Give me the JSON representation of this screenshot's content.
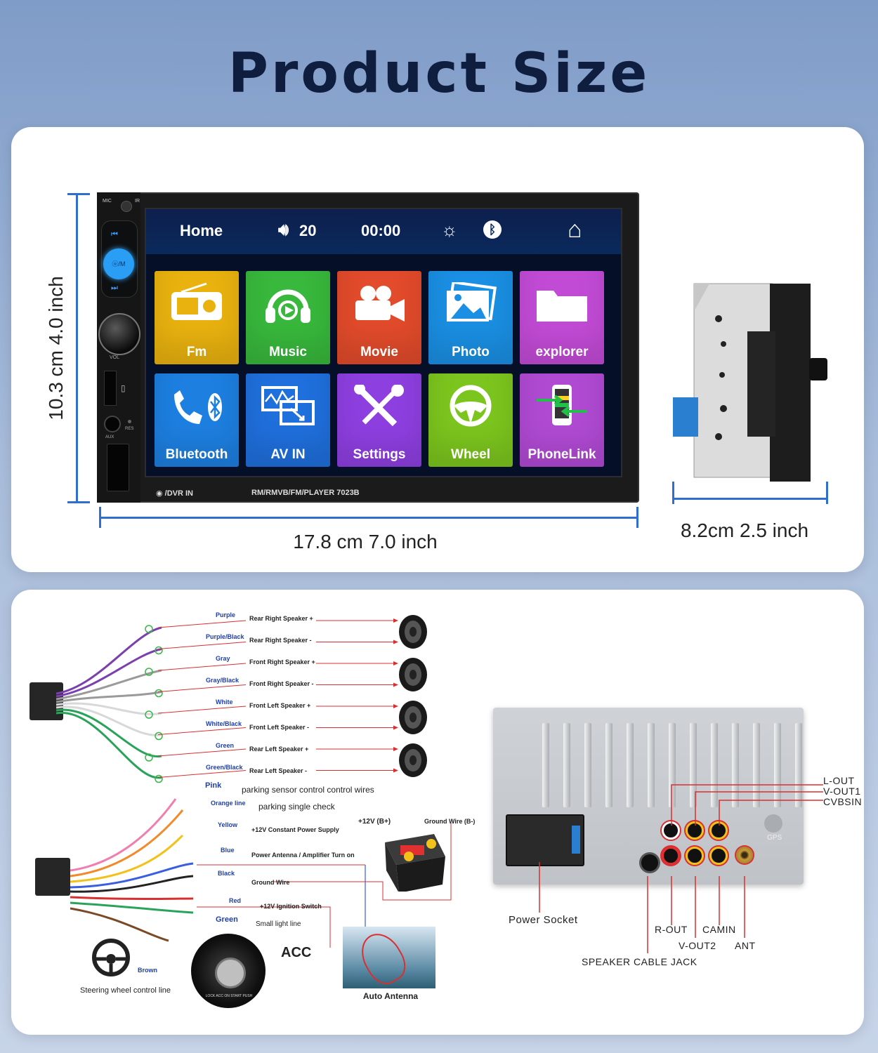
{
  "title": "Product Size",
  "size_card": {
    "height_label": "10.3 cm 4.0 inch",
    "width_label": "17.8 cm 7.0 inch",
    "depth_label": "8.2cm 2.5 inch"
  },
  "unit": {
    "mic_label": "MIC",
    "ir_label": "IR",
    "power_label": "ⓤ/M",
    "vol_label": "VOL",
    "res_label": "RES",
    "aux_label": "AUX",
    "dvr_label": "/DVR IN",
    "model_label": "RM/RMVB/FM/PLAYER 7023B"
  },
  "screen": {
    "home_label": "Home",
    "volume": "20",
    "time": "00:00",
    "tiles": [
      {
        "label": "Fm",
        "color": "#e9b20f",
        "icon": "radio-icon"
      },
      {
        "label": "Music",
        "color": "#38b83c",
        "icon": "headphones-icon"
      },
      {
        "label": "Movie",
        "color": "#e24b2b",
        "icon": "camera-icon"
      },
      {
        "label": "Photo",
        "color": "#1a8fe3",
        "icon": "photo-icon"
      },
      {
        "label": "explorer",
        "color": "#c24bd6",
        "icon": "folder-icon"
      },
      {
        "label": "Bluetooth",
        "color": "#1d7fe0",
        "icon": "phone-bluetooth-icon"
      },
      {
        "label": "AV IN",
        "color": "#1f6fdc",
        "icon": "monitor-icon"
      },
      {
        "label": "Settings",
        "color": "#8e3fe0",
        "icon": "tools-icon"
      },
      {
        "label": "Wheel",
        "color": "#7cc51e",
        "icon": "steering-wheel-icon"
      },
      {
        "label": "PhoneLink",
        "color": "#b04ad3",
        "icon": "phonelink-icon"
      }
    ]
  },
  "speaker_wires": [
    {
      "color_name": "Purple",
      "desc": "Rear Right Speaker +",
      "wire": "#7b3fb0"
    },
    {
      "color_name": "Purple/Black",
      "desc": "Rear Right Speaker -",
      "wire": "#7b3fb0"
    },
    {
      "color_name": "Gray",
      "desc": "Front Right Speaker +",
      "wire": "#9a9a9a"
    },
    {
      "color_name": "Gray/Black",
      "desc": "Front Right Speaker -",
      "wire": "#9a9a9a"
    },
    {
      "color_name": "White",
      "desc": "Front Left Speaker +",
      "wire": "#d8d8d8"
    },
    {
      "color_name": "White/Black",
      "desc": "Front Left Speaker -",
      "wire": "#d8d8d8"
    },
    {
      "color_name": "Green",
      "desc": "Rear Left Speaker +",
      "wire": "#2aa35a"
    },
    {
      "color_name": "Green/Black",
      "desc": "Rear Left Speaker -",
      "wire": "#2aa35a"
    }
  ],
  "power_wires": {
    "pink": {
      "name": "Pink",
      "desc": "parking sensor control control wires"
    },
    "orange": {
      "name": "Orange line",
      "desc": "parking single check"
    },
    "yellow": {
      "name": "Yellow",
      "desc": "+12V Constant Power Supply"
    },
    "blue": {
      "name": "Blue",
      "desc": "Power Antenna / Amplifier Turn on"
    },
    "black": {
      "name": "Black",
      "desc": "Ground Wire"
    },
    "red": {
      "name": "Red",
      "desc": "+12V  Ignition Switch"
    },
    "green": {
      "name": "Green",
      "desc": "Small light line"
    },
    "brown": {
      "name": "Brown",
      "desc": "Steering wheel control line"
    }
  },
  "battery": {
    "plus_label": "+12V  (B+)",
    "ground_label": "Ground Wire (B-)"
  },
  "acc_label": "ACC",
  "ignition_text": "LOCK ACC ON START PUSH",
  "antenna_label": "Auto Antenna",
  "rear_panel": {
    "power_socket": "Power Socket",
    "gps": "GPS",
    "l_out": "L-OUT",
    "v_out1": "V-OUT1",
    "cvbsin": "CVBSIN",
    "r_out": "R-OUT",
    "camin": "CAMIN",
    "v_out2": "V-OUT2",
    "ant": "ANT",
    "speaker_jack": "SPEAKER CABLE JACK"
  }
}
